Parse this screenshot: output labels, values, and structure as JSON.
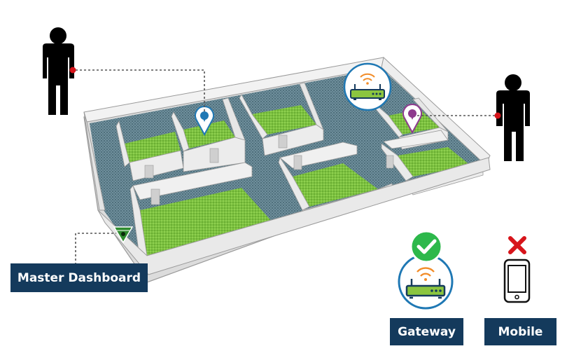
{
  "labels": {
    "master_dashboard": "Master Dashboard",
    "gateway": "Gateway",
    "mobile": "Mobile"
  },
  "status": {
    "gateway": "check-mark-icon",
    "mobile": "cross-mark-icon"
  },
  "colors": {
    "label_bg": "#143a5c",
    "label_text": "#ffffff",
    "room_floor": "#7dc242",
    "corridor_floor": "#5f7f8c",
    "wall": "#e8e8e8",
    "tag_blue": "#1f78b4",
    "tag_purple": "#8e3a8e",
    "tag_green": "#2e8b2e",
    "check_green": "#2db84b",
    "cross_red": "#d7141a",
    "wrist_tag": "#d7141a"
  }
}
